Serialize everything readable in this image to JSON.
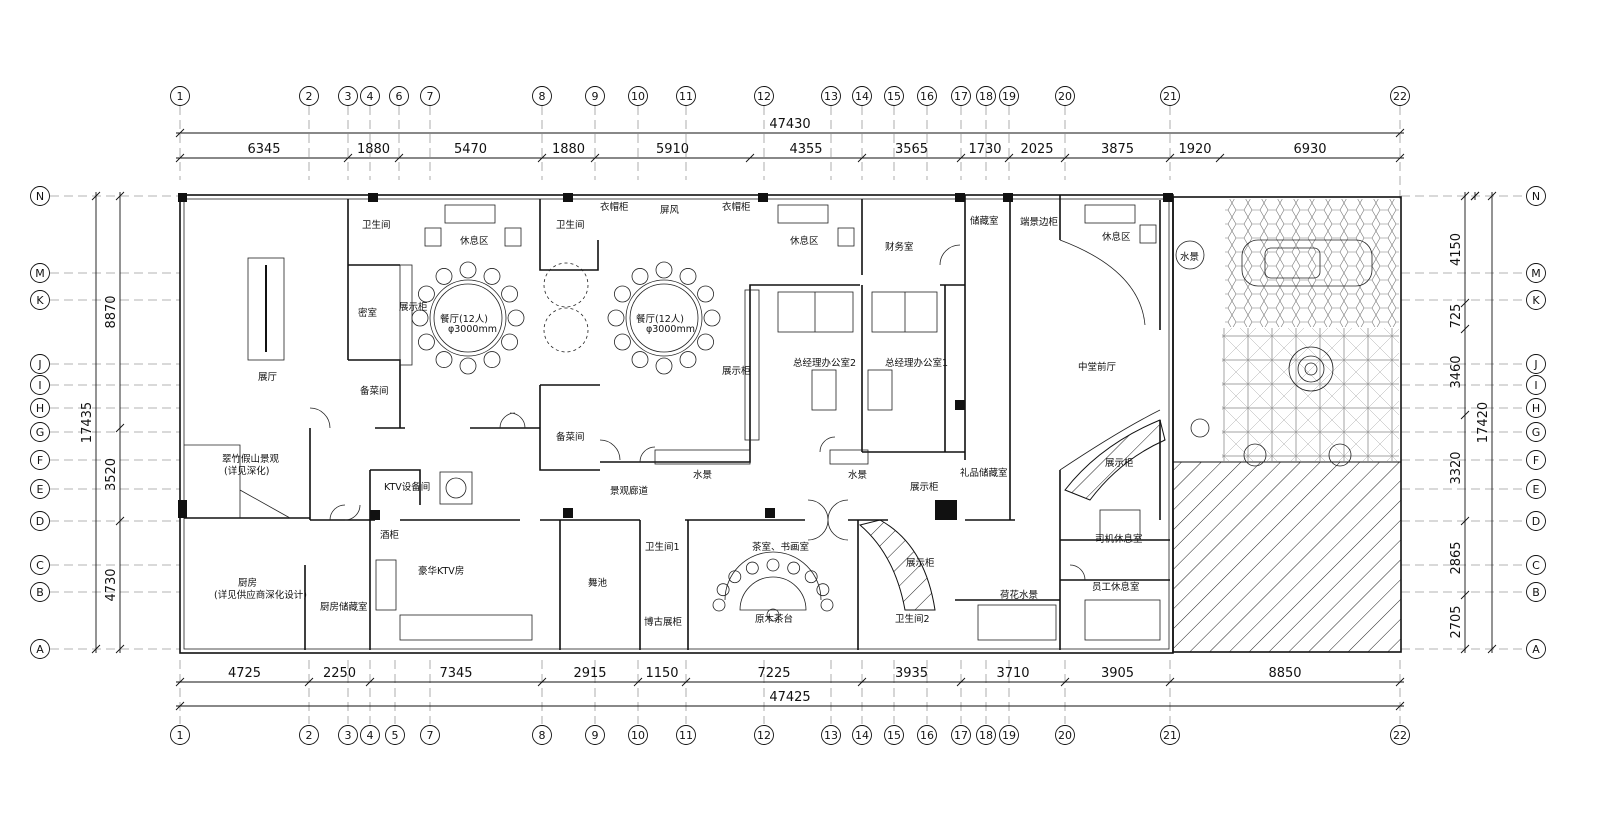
{
  "grid_top": [
    "1",
    "2",
    "3",
    "4",
    "6",
    "7",
    "8",
    "9",
    "10",
    "11",
    "12",
    "13",
    "14",
    "15",
    "16",
    "17",
    "18",
    "19",
    "20",
    "21",
    "22"
  ],
  "grid_bottom": [
    "1",
    "2",
    "3",
    "4",
    "5",
    "7",
    "8",
    "9",
    "10",
    "11",
    "12",
    "13",
    "14",
    "15",
    "16",
    "17",
    "18",
    "19",
    "20",
    "21",
    "22"
  ],
  "grid_rows": [
    "N",
    "M",
    "K",
    "J",
    "I",
    "H",
    "G",
    "F",
    "E",
    "D",
    "C",
    "B",
    "A"
  ],
  "dim_top_total": "47430",
  "dim_top": [
    "6345",
    "1880",
    "5470",
    "1880",
    "5910",
    "4355",
    "3565",
    "1730",
    "2025",
    "3875",
    "1920",
    "6930"
  ],
  "dim_bottom_total": "47425",
  "dim_bottom": [
    "4725",
    "2250",
    "7345",
    "2915",
    "1150",
    "7225",
    "3935",
    "3710",
    "3905",
    "8850"
  ],
  "dim_left_total": "17435",
  "dim_left": [
    "8870",
    "3520",
    "4730"
  ],
  "dim_right_total": "17420",
  "dim_right": [
    "4150",
    "725",
    "3460",
    "3320",
    "2865",
    "2705"
  ],
  "rooms": {
    "zhanting": "展厅",
    "weisheng_a": "卫生间",
    "weisheng_b": "卫生间",
    "mishi": "密室",
    "zhanshigui_a": "展示柜",
    "beicai_a": "备菜间",
    "beicai_b": "备菜间",
    "xiuxi_a": "休息区",
    "xiuxi_b": "休息区",
    "xiuxi_c": "休息区",
    "canting_a": "餐厅(12人)",
    "canting_a_size": "φ3000mm",
    "canting_b": "餐厅(12人)",
    "canting_b_size": "φ3000mm",
    "yimaogui_a": "衣帽柜",
    "yimaogui_b": "衣帽柜",
    "pingfeng": "屏风",
    "zhanshigui_b": "展示柜",
    "caiwu": "财务室",
    "chucang": "储藏室",
    "duanjing": "端景边柜",
    "zongjingli2": "总经理办公室2",
    "zongjingli1": "总经理办公室1",
    "shuijing_a": "水景",
    "shuijing_b": "水景",
    "shuijing_c": "水景",
    "jingguan": "景观廊道",
    "ktv_equip": "KTV设备间",
    "cuizhu_1": "翠竹假山景观",
    "cuizhu_2": "(详见深化)",
    "ktv": "豪华KTV房",
    "jiugui": "酒柜",
    "chufang_1": "厨房",
    "chufang_2": "(详见供应商深化设计)",
    "chufang_chucang": "厨房储藏室",
    "wuchi": "舞池",
    "weisheng1": "卫生间1",
    "bogu": "博古展柜",
    "chashi": "茶室、书画室",
    "chatai": "原木茶台",
    "zhanshigui_c": "展示柜",
    "zhanshigui_d": "展示柜",
    "weisheng2": "卫生间2",
    "lipin": "礼品储藏室",
    "hehua": "荷花水景",
    "zhongtang": "中堂前厅",
    "zhanshigui_e": "展示柜",
    "siji": "司机休息室",
    "yuangong": "员工休息室"
  }
}
